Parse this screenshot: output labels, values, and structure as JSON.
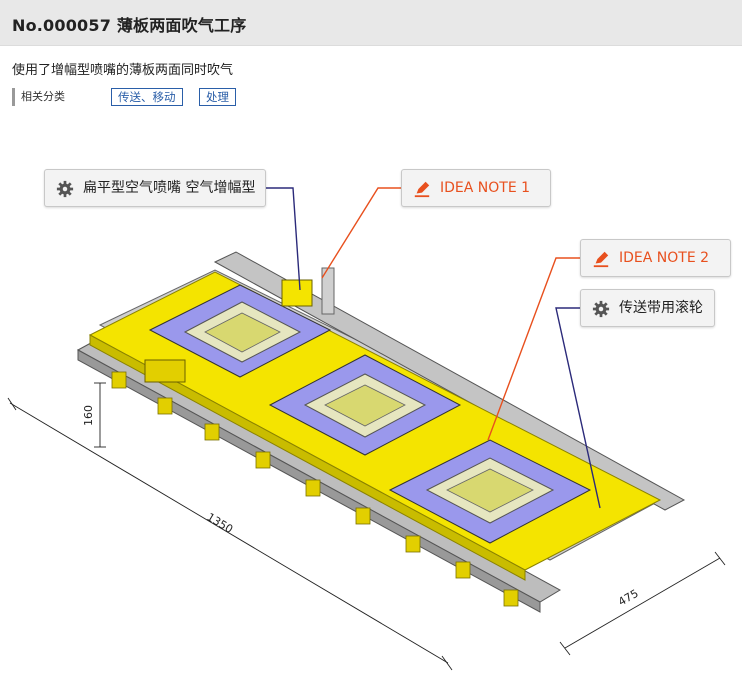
{
  "header": {
    "title": "No.000057 薄板两面吹气工序"
  },
  "description": "使用了增幅型喷嘴的薄板两面同时吹气",
  "categories": {
    "label": "相关分类",
    "tags": [
      "传送、移动",
      "处理"
    ]
  },
  "callouts": {
    "nozzle": "扁平型空气喷嘴 空气增幅型",
    "idea1": "IDEA NOTE 1",
    "idea2": "IDEA NOTE 2",
    "roller": "传送带用滚轮"
  },
  "dimensions": {
    "height": "160",
    "length": "1350",
    "width": "475"
  },
  "colors": {
    "idea_orange": "#e8501e",
    "leader_navy": "#2b2a7a",
    "conveyor_yellow": "#f4e400",
    "plate_blue": "#9a98ec",
    "tag_blue": "#2a5ea8"
  }
}
